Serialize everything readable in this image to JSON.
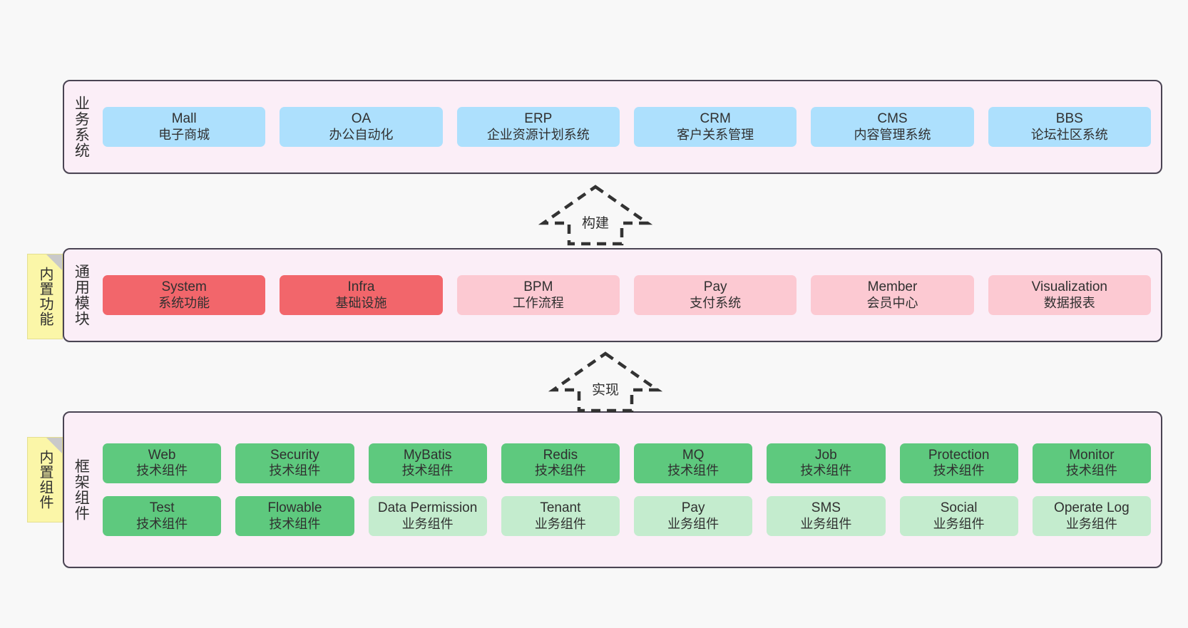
{
  "diagram": {
    "background": "#f8f8f8",
    "band_fill": "#fbeef7",
    "band_border": "#4a4453",
    "note_fill": "#fbf6a8"
  },
  "layers": [
    {
      "id": "business",
      "title": "业务系统",
      "note": null,
      "rows": [
        {
          "cards": [
            {
              "name": "Mall",
              "sub": "电子商城",
              "tone": "tone-blue"
            },
            {
              "name": "OA",
              "sub": "办公自动化",
              "tone": "tone-blue"
            },
            {
              "name": "ERP",
              "sub": "企业资源计划系统",
              "tone": "tone-blue"
            },
            {
              "name": "CRM",
              "sub": "客户关系管理",
              "tone": "tone-blue"
            },
            {
              "name": "CMS",
              "sub": "内容管理系统",
              "tone": "tone-blue"
            },
            {
              "name": "BBS",
              "sub": "论坛社区系统",
              "tone": "tone-blue"
            }
          ]
        }
      ]
    },
    {
      "id": "common-module",
      "title": "通用模块",
      "note": "内置功能",
      "rows": [
        {
          "cards": [
            {
              "name": "System",
              "sub": "系统功能",
              "tone": "tone-red"
            },
            {
              "name": "Infra",
              "sub": "基础设施",
              "tone": "tone-red"
            },
            {
              "name": "BPM",
              "sub": "工作流程",
              "tone": "tone-pink"
            },
            {
              "name": "Pay",
              "sub": "支付系统",
              "tone": "tone-pink"
            },
            {
              "name": "Member",
              "sub": "会员中心",
              "tone": "tone-pink"
            },
            {
              "name": "Visualization",
              "sub": "数据报表",
              "tone": "tone-pink"
            }
          ]
        }
      ]
    },
    {
      "id": "framework-component",
      "title": "框架组件",
      "note": "内置组件",
      "rows": [
        {
          "cards": [
            {
              "name": "Web",
              "sub": "技术组件",
              "tone": "tone-green"
            },
            {
              "name": "Security",
              "sub": "技术组件",
              "tone": "tone-green"
            },
            {
              "name": "MyBatis",
              "sub": "技术组件",
              "tone": "tone-green"
            },
            {
              "name": "Redis",
              "sub": "技术组件",
              "tone": "tone-green"
            },
            {
              "name": "MQ",
              "sub": "技术组件",
              "tone": "tone-green"
            },
            {
              "name": "Job",
              "sub": "技术组件",
              "tone": "tone-green"
            },
            {
              "name": "Protection",
              "sub": "技术组件",
              "tone": "tone-green"
            },
            {
              "name": "Monitor",
              "sub": "技术组件",
              "tone": "tone-green"
            }
          ]
        },
        {
          "cards": [
            {
              "name": "Test",
              "sub": "技术组件",
              "tone": "tone-green"
            },
            {
              "name": "Flowable",
              "sub": "技术组件",
              "tone": "tone-green"
            },
            {
              "name": "Data Permission",
              "sub": "业务组件",
              "tone": "tone-lightgreen",
              "wrap": true
            },
            {
              "name": "Tenant",
              "sub": "业务组件",
              "tone": "tone-lightgreen"
            },
            {
              "name": "Pay",
              "sub": "业务组件",
              "tone": "tone-lightgreen"
            },
            {
              "name": "SMS",
              "sub": "业务组件",
              "tone": "tone-lightgreen"
            },
            {
              "name": "Social",
              "sub": "业务组件",
              "tone": "tone-lightgreen"
            },
            {
              "name": "Operate Log",
              "sub": "业务组件",
              "tone": "tone-lightgreen"
            }
          ]
        }
      ]
    }
  ],
  "arrows": [
    {
      "id": "build",
      "label": "构建"
    },
    {
      "id": "implement",
      "label": "实现"
    }
  ]
}
